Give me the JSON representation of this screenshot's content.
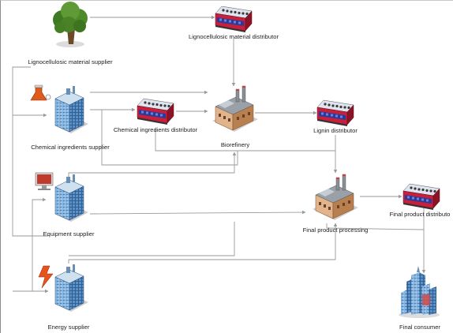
{
  "diagram": {
    "nodes": [
      {
        "id": "lcs",
        "icon": "tree-icon",
        "label": "Lignocellulosic material supplier"
      },
      {
        "id": "lcd",
        "icon": "distributor-truck-icon",
        "label": "Lignocellulosic material distributor"
      },
      {
        "id": "chs",
        "icon": "office-building-icon",
        "badge_icon": "flask-icon",
        "label": "Chemical ingredients supplier"
      },
      {
        "id": "chd",
        "icon": "distributor-truck-icon",
        "label": "Chemical ingredients distributor"
      },
      {
        "id": "bio",
        "icon": "factory-icon",
        "label": "Biorefinery"
      },
      {
        "id": "lgd",
        "icon": "distributor-truck-icon",
        "label": "Lignin distributor"
      },
      {
        "id": "eqs",
        "icon": "office-building-icon",
        "badge_icon": "computer-monitor-icon",
        "label": "Equipment supplier"
      },
      {
        "id": "fpp",
        "icon": "factory-icon",
        "label": "Final product processing"
      },
      {
        "id": "fpd",
        "icon": "distributor-truck-icon",
        "label": "Final product distributo"
      },
      {
        "id": "ens",
        "icon": "office-building-icon",
        "badge_icon": "lightning-icon",
        "label": "Energy supplier"
      },
      {
        "id": "fc",
        "icon": "city-skyline-icon",
        "label": "Final consumer"
      }
    ],
    "colors": {
      "connector": "#9a9a9a",
      "truck_red": "#c8203a",
      "truck_blue": "#2a3a9a",
      "building_blue": "#4a86c0",
      "factory_brick": "#c8956a",
      "tree_green": "#4f8a2a"
    }
  }
}
